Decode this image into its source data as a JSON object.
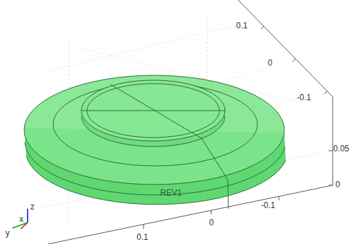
{
  "diagram": {
    "labels": [
      "0.1",
      "0",
      "-0.1",
      "0.05",
      "0",
      "-0.1",
      "0",
      "0.1",
      "REV1",
      "z",
      "x",
      "y"
    ]
  }
}
